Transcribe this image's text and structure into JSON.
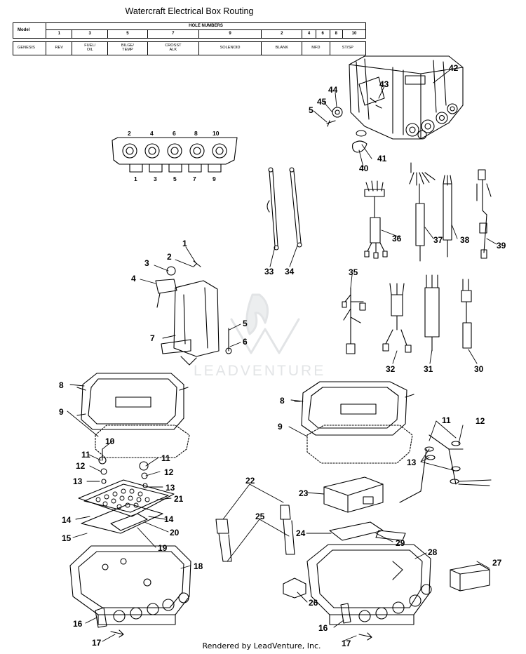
{
  "title": "Watercraft Electrical Box Routing",
  "routing_table": {
    "model_header": "Model",
    "group_header": "HOLE NUMBERS",
    "hole_numbers": [
      "1",
      "3",
      "5",
      "7",
      "9",
      "2",
      "4",
      "6",
      "8",
      "10"
    ],
    "row": {
      "model": "GENESIS",
      "cells": [
        "REV",
        "FUEL/\nOIL",
        "BILGE/\nTEMP",
        "CROSST\nALK",
        "SOLENOID",
        "BLANK",
        "MFD",
        "ST/SP"
      ]
    }
  },
  "header_detail": {
    "top_holes": [
      "2",
      "4",
      "6",
      "8",
      "10"
    ],
    "bottom_holes": [
      "1",
      "3",
      "5",
      "7",
      "9"
    ]
  },
  "callouts": [
    "1",
    "2",
    "3",
    "4",
    "5",
    "6",
    "7",
    "8",
    "9",
    "10",
    "11",
    "12",
    "13",
    "14",
    "15",
    "16",
    "17",
    "18",
    "19",
    "20",
    "21",
    "22",
    "23",
    "24",
    "25",
    "26",
    "27",
    "28",
    "29",
    "30",
    "31",
    "32",
    "33",
    "34",
    "35",
    "36",
    "37",
    "38",
    "39",
    "40",
    "41",
    "42",
    "43",
    "44",
    "45"
  ],
  "watermark": "LEADVENTURE",
  "footer": "Rendered by LeadVenture, Inc."
}
